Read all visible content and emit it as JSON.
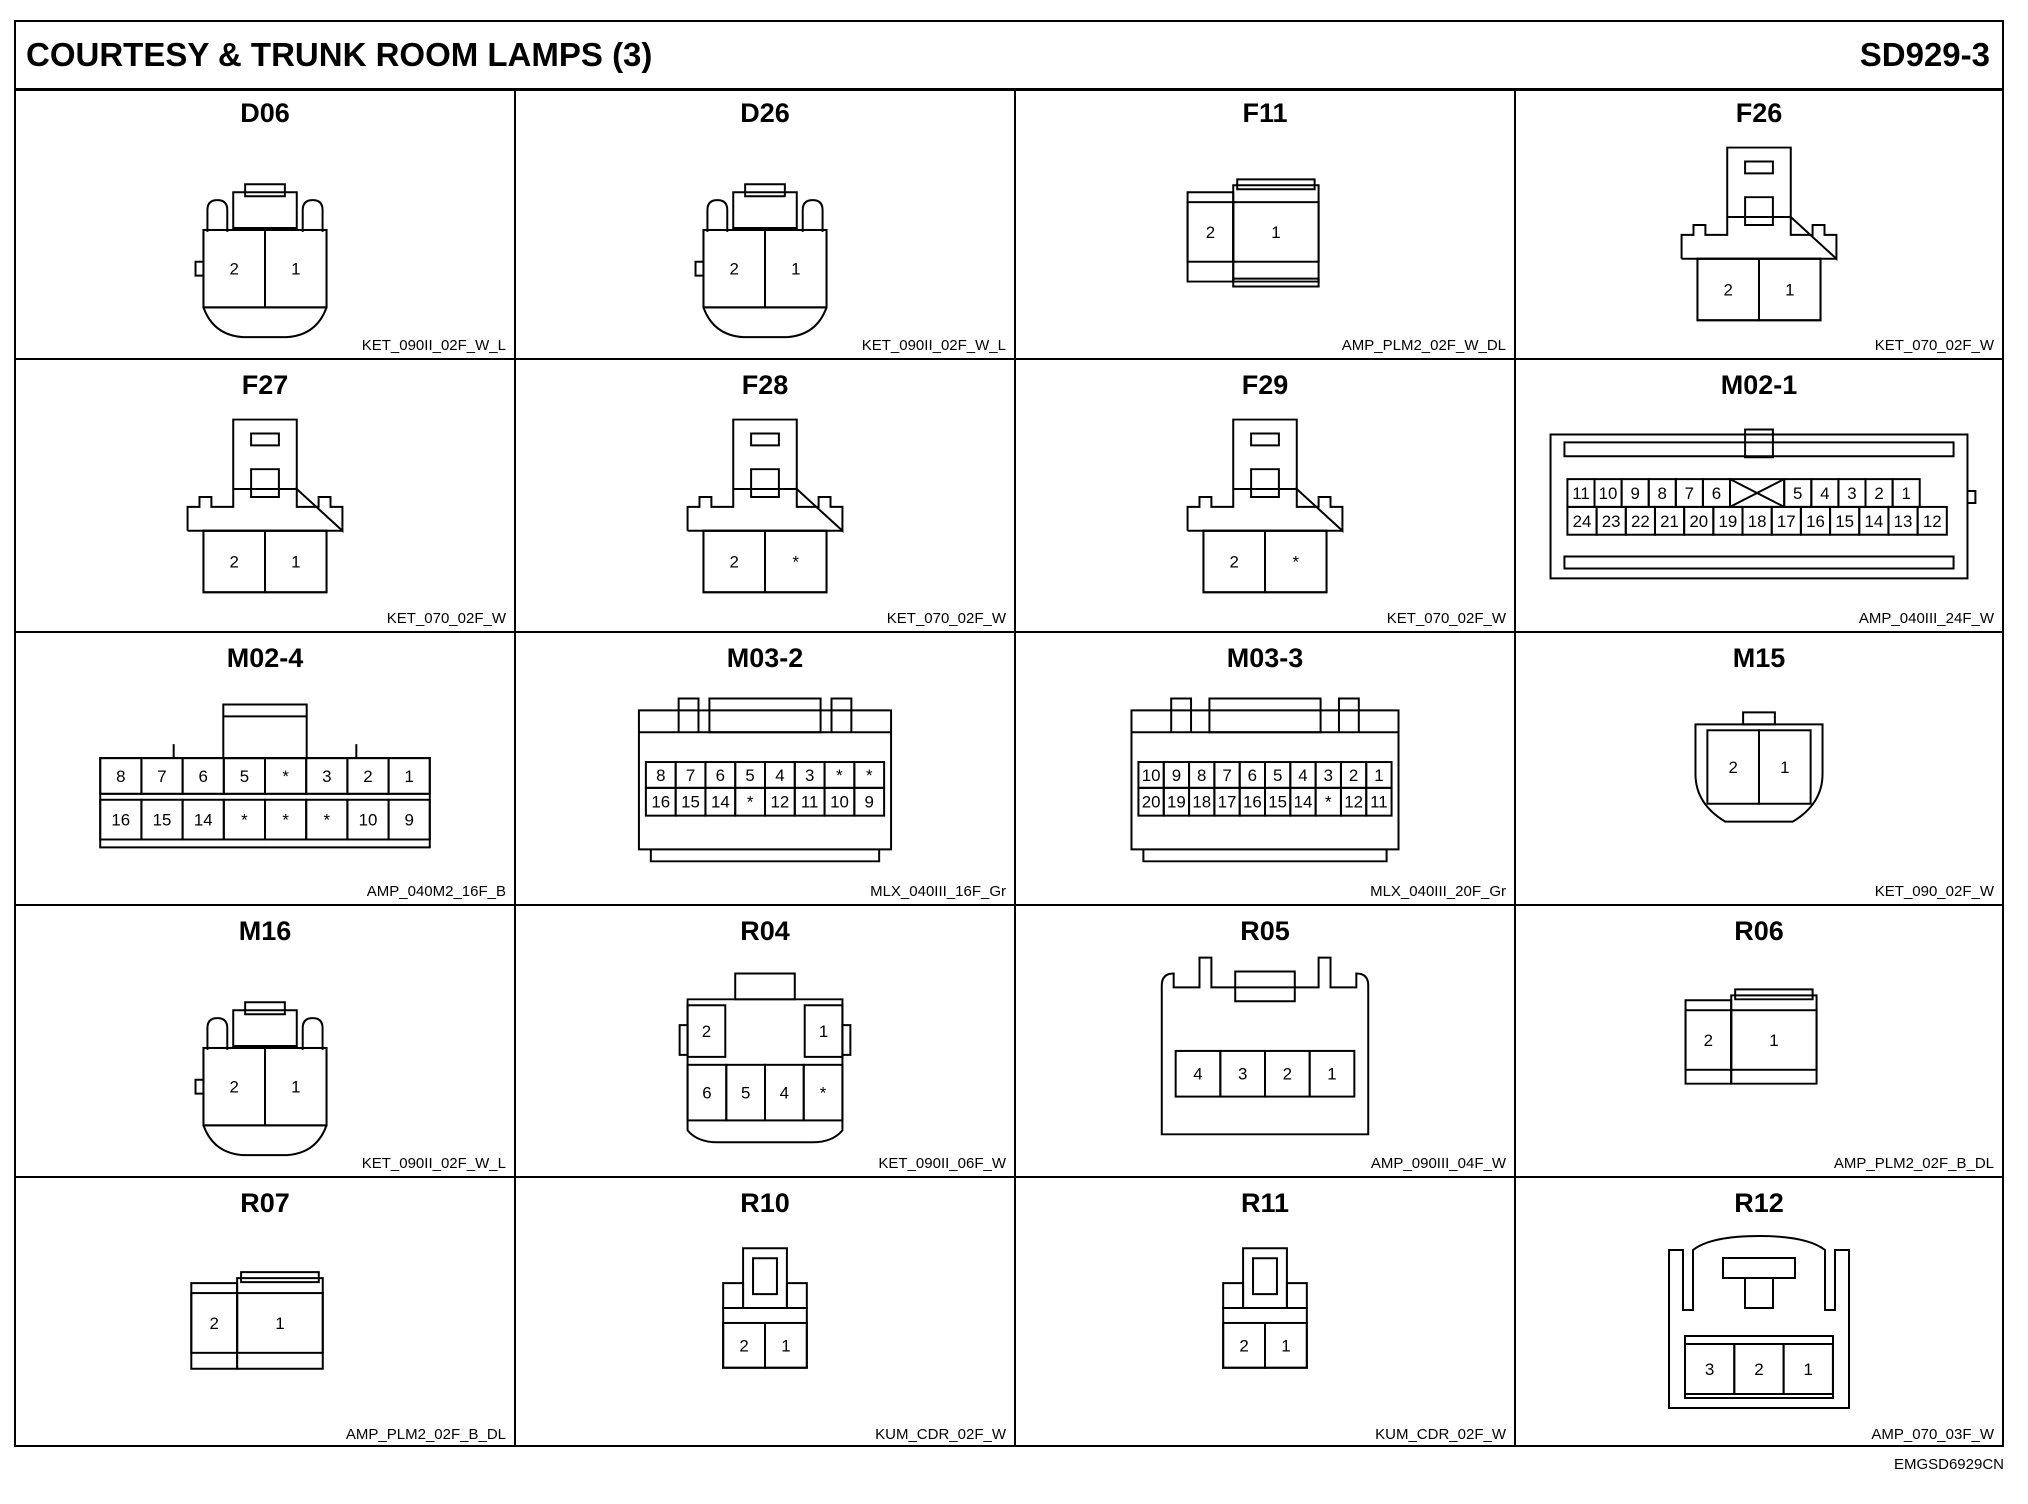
{
  "title": "COURTESY & TRUNK ROOM LAMPS (3)",
  "sheet_code": "SD929-3",
  "footer_code": "EMGSD6929CN",
  "connectors": [
    {
      "name": "D06",
      "part": "KET_090II_02F_W_L",
      "pins": [
        [
          "2",
          "1"
        ]
      ]
    },
    {
      "name": "D26",
      "part": "KET_090II_02F_W_L",
      "pins": [
        [
          "2",
          "1"
        ]
      ]
    },
    {
      "name": "F11",
      "part": "AMP_PLM2_02F_W_DL",
      "pins": [
        [
          "2",
          "1"
        ]
      ]
    },
    {
      "name": "F26",
      "part": "KET_070_02F_W",
      "pins": [
        [
          "2",
          "1"
        ]
      ]
    },
    {
      "name": "F27",
      "part": "KET_070_02F_W",
      "pins": [
        [
          "2",
          "1"
        ]
      ]
    },
    {
      "name": "F28",
      "part": "KET_070_02F_W",
      "pins": [
        [
          "2",
          "*"
        ]
      ]
    },
    {
      "name": "F29",
      "part": "KET_070_02F_W",
      "pins": [
        [
          "2",
          "*"
        ]
      ]
    },
    {
      "name": "M02-1",
      "part": "AMP_040III_24F_W",
      "pins": [
        [
          "11",
          "10",
          "9",
          "8",
          "7",
          "6",
          "X",
          "5",
          "4",
          "3",
          "2",
          "1"
        ],
        [
          "24",
          "23",
          "22",
          "21",
          "20",
          "19",
          "18",
          "17",
          "16",
          "15",
          "14",
          "13",
          "12"
        ]
      ]
    },
    {
      "name": "M02-4",
      "part": "AMP_040M2_16F_B",
      "pins": [
        [
          "8",
          "7",
          "6",
          "5",
          "*",
          "3",
          "2",
          "1"
        ],
        [
          "16",
          "15",
          "14",
          "*",
          "*",
          "*",
          "10",
          "9"
        ]
      ]
    },
    {
      "name": "M03-2",
      "part": "MLX_040III_16F_Gr",
      "pins": [
        [
          "8",
          "7",
          "6",
          "5",
          "4",
          "3",
          "*",
          "*"
        ],
        [
          "16",
          "15",
          "14",
          "*",
          "12",
          "11",
          "10",
          "9"
        ]
      ]
    },
    {
      "name": "M03-3",
      "part": "MLX_040III_20F_Gr",
      "pins": [
        [
          "10",
          "9",
          "8",
          "7",
          "6",
          "5",
          "4",
          "3",
          "2",
          "1"
        ],
        [
          "20",
          "19",
          "18",
          "17",
          "16",
          "15",
          "14",
          "*",
          "12",
          "11"
        ]
      ]
    },
    {
      "name": "M15",
      "part": "KET_090_02F_W",
      "pins": [
        [
          "2",
          "1"
        ]
      ]
    },
    {
      "name": "M16",
      "part": "KET_090II_02F_W_L",
      "pins": [
        [
          "2",
          "1"
        ]
      ]
    },
    {
      "name": "R04",
      "part": "KET_090II_06F_W",
      "pins": [
        [
          "2",
          "1"
        ],
        [
          "6",
          "5",
          "4",
          "*"
        ]
      ]
    },
    {
      "name": "R05",
      "part": "AMP_090III_04F_W",
      "pins": [
        [
          "4",
          "3",
          "2",
          "1"
        ]
      ]
    },
    {
      "name": "R06",
      "part": "AMP_PLM2_02F_B_DL",
      "pins": [
        [
          "2",
          "1"
        ]
      ]
    },
    {
      "name": "R07",
      "part": "AMP_PLM2_02F_B_DL",
      "pins": [
        [
          "2",
          "1"
        ]
      ]
    },
    {
      "name": "R10",
      "part": "KUM_CDR_02F_W",
      "pins": [
        [
          "2",
          "1"
        ]
      ]
    },
    {
      "name": "R11",
      "part": "KUM_CDR_02F_W",
      "pins": [
        [
          "2",
          "1"
        ]
      ]
    },
    {
      "name": "R12",
      "part": "AMP_070_03F_W",
      "pins": [
        [
          "3",
          "2",
          "1"
        ]
      ]
    }
  ]
}
